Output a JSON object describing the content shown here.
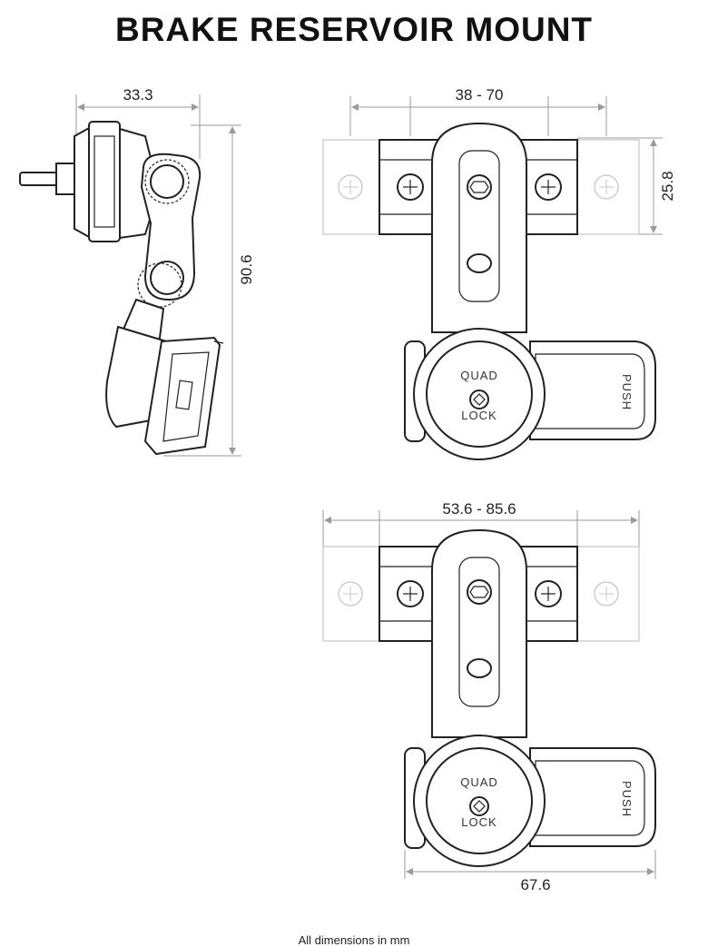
{
  "title": "BRAKE RESERVOIR MOUNT",
  "side_view": {
    "width_label": "33.3",
    "height_label": "90.6"
  },
  "top_view_1": {
    "width_range_label": "38 - 70",
    "height_label": "25.8",
    "logo_top": "QUAD",
    "logo_bottom": "LOCK",
    "push_label": "PUSH"
  },
  "top_view_2": {
    "width_range_label": "53.6 - 85.6",
    "bottom_width_label": "67.6",
    "logo_top": "QUAD",
    "logo_bottom": "LOCK",
    "push_label": "PUSH"
  },
  "footer": "All dimensions in mm"
}
